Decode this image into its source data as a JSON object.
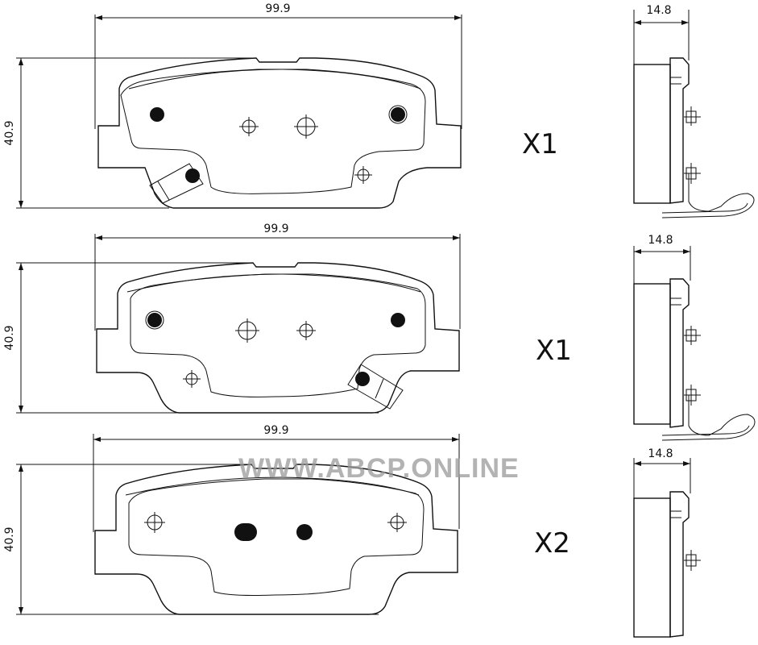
{
  "watermark": "WWW.ABCP.ONLINE",
  "pads": [
    {
      "id": "pad-1",
      "width_label": "99.9",
      "height_label": "40.9",
      "thickness_label": "14.8",
      "quantity_label": "X1",
      "has_wear_sensor": true,
      "sensor_side": "left"
    },
    {
      "id": "pad-2",
      "width_label": "99.9",
      "height_label": "40.9",
      "thickness_label": "14.8",
      "quantity_label": "X1",
      "has_wear_sensor": true,
      "sensor_side": "right"
    },
    {
      "id": "pad-3",
      "width_label": "99.9",
      "height_label": "40.9",
      "thickness_label": "14.8",
      "quantity_label": "X2",
      "has_wear_sensor": false,
      "sensor_side": "none"
    }
  ]
}
